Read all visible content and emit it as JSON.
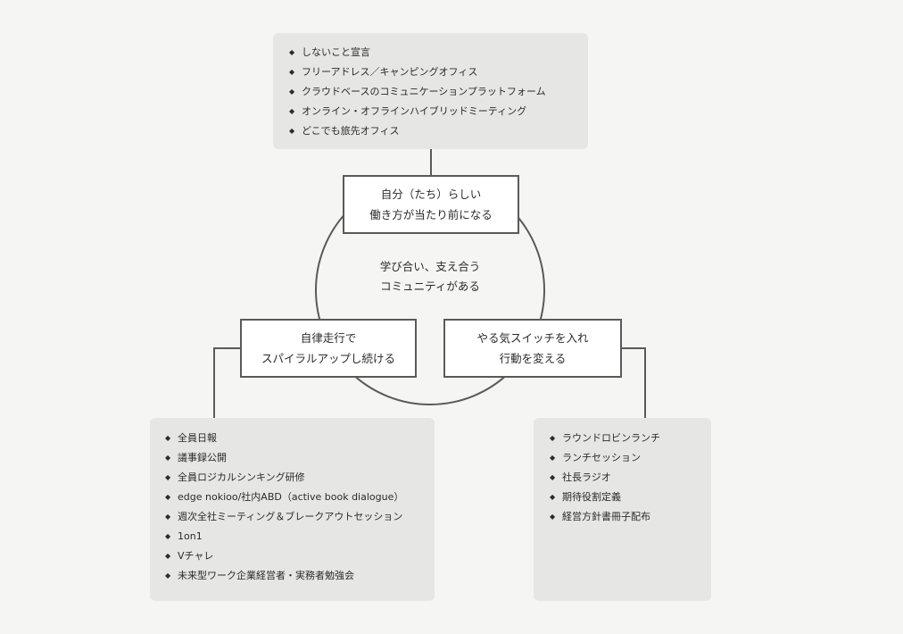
{
  "top_panel": {
    "items": [
      "しないこと宣言",
      "フリーアドレス／キャンピングオフィス",
      "クラウドベースのコミュニケーションプラットフォーム",
      "オンライン・オフラインハイブリッドミーティング",
      "どこでも旅先オフィス"
    ]
  },
  "left_panel": {
    "items": [
      "全員日報",
      "議事録公開",
      "全員ロジカルシンキング研修",
      "edge nokioo/社内ABD（active book dialogue）",
      "週次全社ミーティング＆ブレークアウトセッション",
      "1on1",
      "Vチャレ",
      "未来型ワーク企業経営者・実務者勉強会"
    ]
  },
  "right_panel": {
    "items": [
      "ラウンドロビンランチ",
      "ランチセッション",
      "社長ラジオ",
      "期待役割定義",
      "経営方針書冊子配布"
    ]
  },
  "boxes": {
    "top": {
      "line1": "自分（たち）らしい",
      "line2": "働き方が当たり前になる"
    },
    "left": {
      "line1": "自律走行で",
      "line2": "スパイラルアップし続ける"
    },
    "right": {
      "line1": "やる気スイッチを入れ",
      "line2": "行動を変える"
    }
  },
  "center": {
    "line1": "学び合い、支え合う",
    "line2": "コミュニティがある"
  },
  "bullet_glyph": "◆",
  "colors": {
    "background": "#f5f5f3",
    "panel": "#e6e6e4",
    "stroke": "#5a5a5a"
  }
}
